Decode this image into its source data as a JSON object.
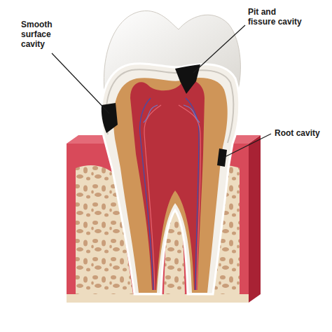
{
  "diagram": {
    "labels": [
      "Smooth surface cavity",
      "Pit and fissure cavity",
      "Root cavity"
    ]
  }
}
